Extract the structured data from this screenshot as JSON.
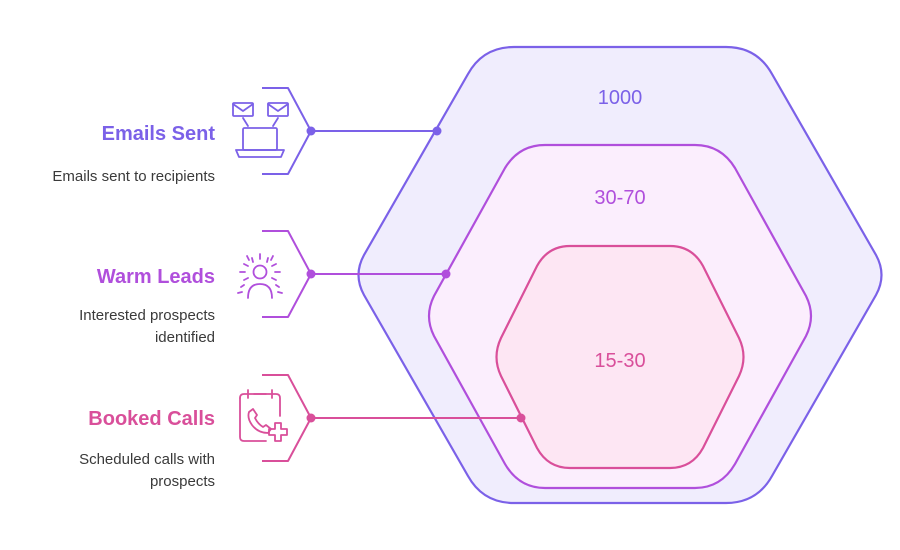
{
  "colors": {
    "emails": "#7b61e8",
    "leads": "#b04fdc",
    "calls": "#d94f9a",
    "outer_fill": "#f0edfd",
    "middle_fill": "#fbeefd",
    "inner_fill": "#fde6f3",
    "description_text": "#3a3a3a"
  },
  "layers": [
    {
      "title": "Emails Sent",
      "description": [
        "Emails sent to recipients"
      ],
      "value": "1000",
      "icon": "laptop-envelopes-icon"
    },
    {
      "title": "Warm Leads",
      "description": [
        "Interested prospects",
        "identified"
      ],
      "value": "30-70",
      "icon": "radiating-person-icon"
    },
    {
      "title": "Booked Calls",
      "description": [
        "Scheduled calls with",
        "prospects"
      ],
      "value": "15-30",
      "icon": "calendar-phone-icon"
    }
  ]
}
